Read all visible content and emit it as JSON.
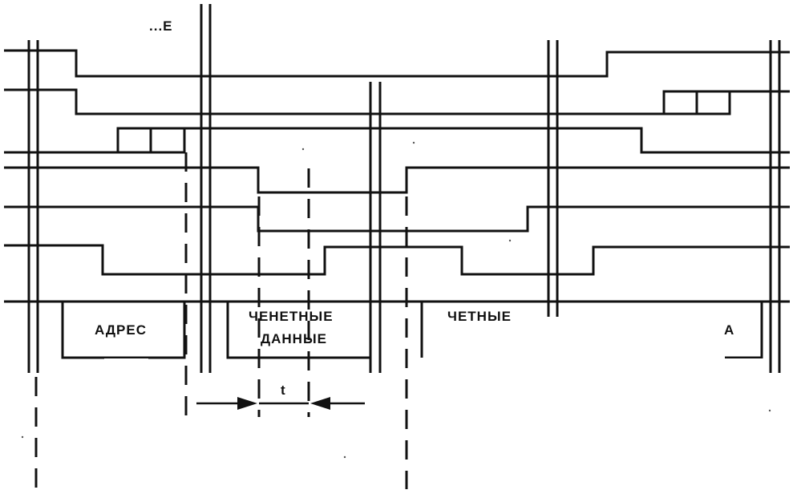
{
  "labels": {
    "top_fragment": "...Е",
    "address_box": "АДРЕС",
    "read_box_line1": "ЧЕНЕТНЫЕ",
    "read_box_line2": "ДАННЫЕ",
    "read_box2": "ЧЕТНЫЕ",
    "data_tail": "А",
    "time_interval": "t"
  }
}
